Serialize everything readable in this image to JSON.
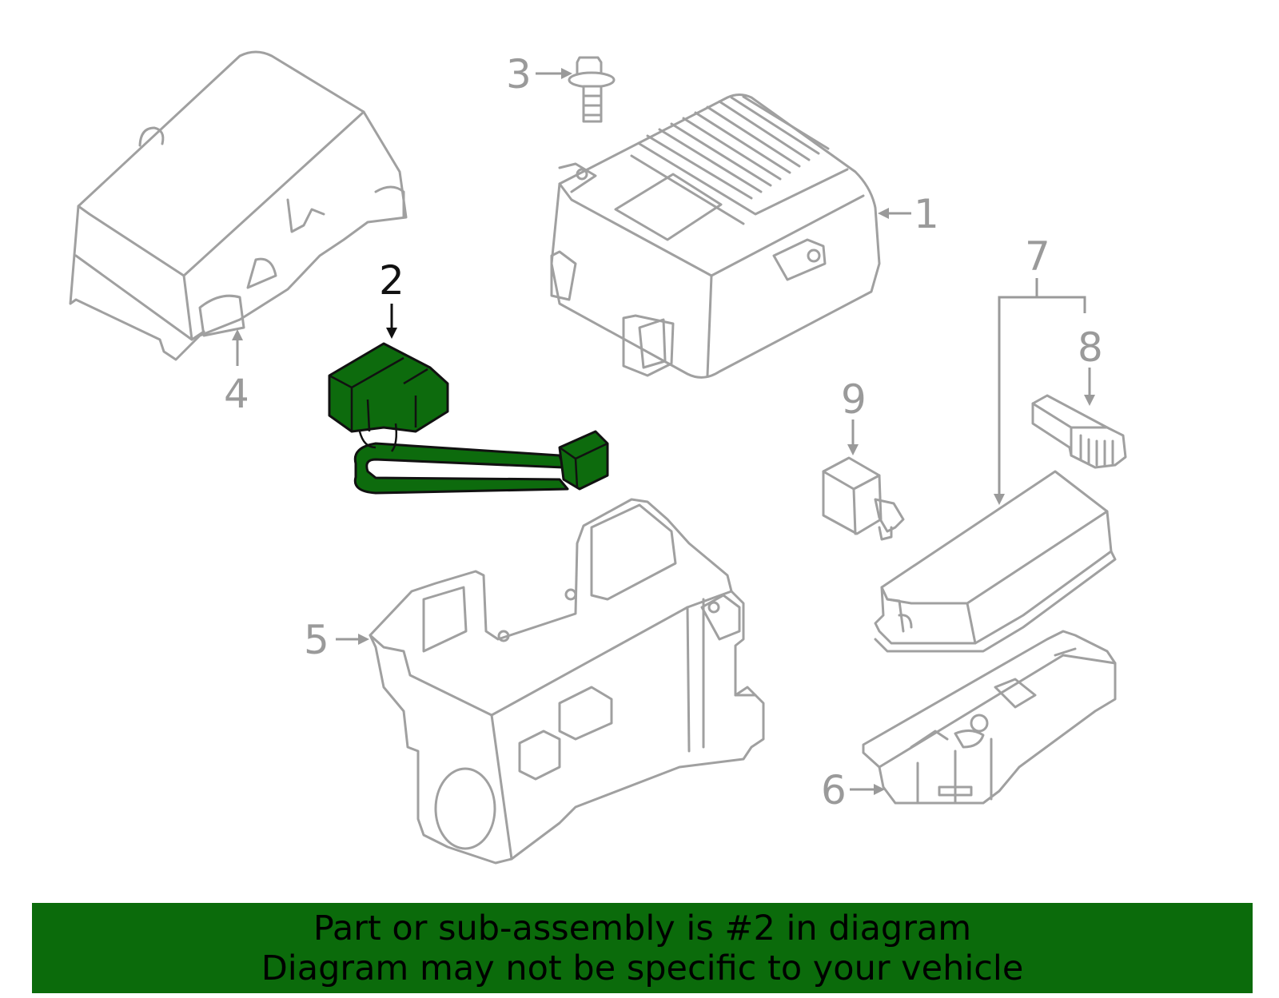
{
  "callouts": {
    "c1": "1",
    "c2": "2",
    "c3": "3",
    "c4": "4",
    "c5": "5",
    "c6": "6",
    "c7": "7",
    "c8": "8",
    "c9": "9"
  },
  "footer": {
    "line1": "Part or sub-assembly is #2 in diagram",
    "line2": "Diagram may not be specific to your vehicle"
  },
  "colors": {
    "highlight": "#0d6b0d",
    "banner": "#0b6b0b",
    "outline": "#a0a0a0"
  }
}
